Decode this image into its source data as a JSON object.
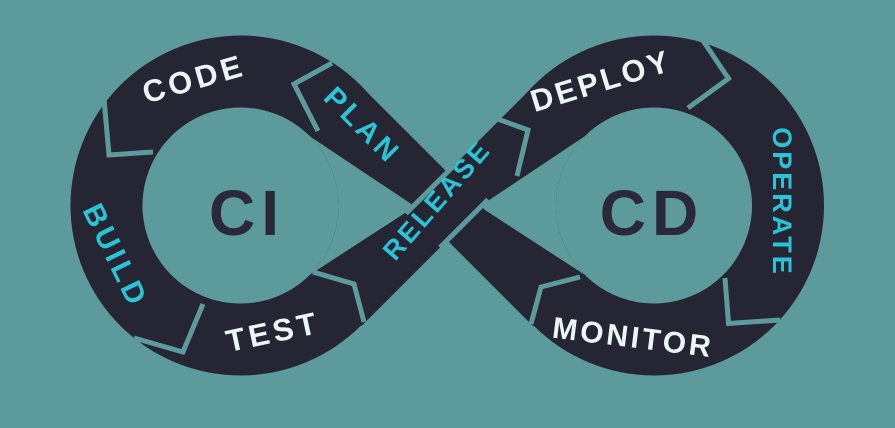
{
  "diagram": {
    "title": "CI/CD DevOps infinity loop",
    "left_loop": {
      "center_label": "CI",
      "segments": [
        {
          "label": "CODE",
          "color": "light"
        },
        {
          "label": "BUILD",
          "color": "cyan"
        },
        {
          "label": "TEST",
          "color": "light"
        }
      ]
    },
    "right_loop": {
      "center_label": "CD",
      "segments": [
        {
          "label": "DEPLOY",
          "color": "light"
        },
        {
          "label": "OPERATE",
          "color": "cyan"
        },
        {
          "label": "MONITOR",
          "color": "light"
        }
      ]
    },
    "cross_bands": [
      {
        "label": "PLAN",
        "color": "cyan"
      },
      {
        "label": "RELEASE",
        "color": "cyan"
      }
    ],
    "flow_order": [
      "PLAN",
      "CODE",
      "BUILD",
      "TEST",
      "RELEASE",
      "DEPLOY",
      "OPERATE",
      "MONITOR"
    ]
  },
  "colors": {
    "background": "#5c9a9c",
    "loop": "#252533",
    "accent_cyan": "#2ac4d7",
    "text_light": "#edf6f6",
    "text_dark": "#29293a"
  }
}
